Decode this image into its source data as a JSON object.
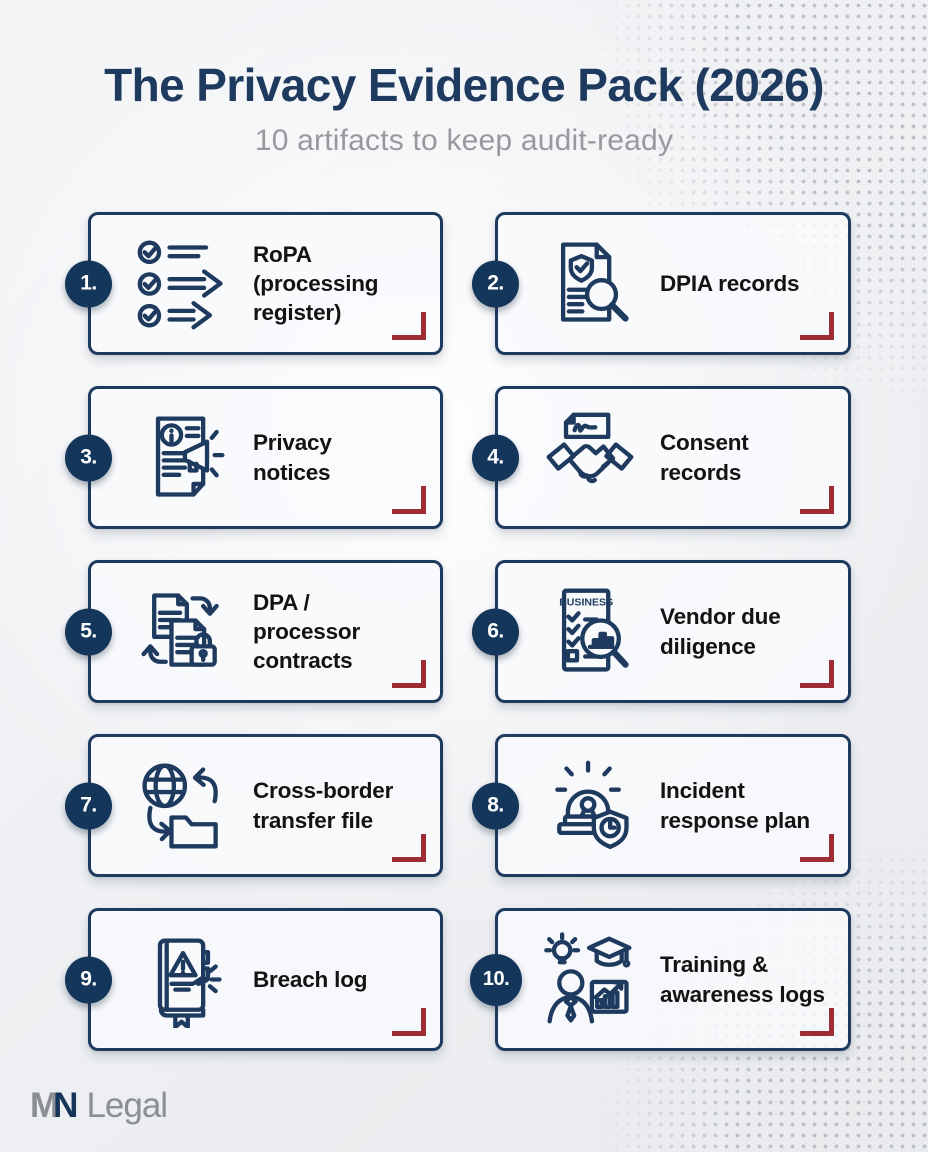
{
  "header": {
    "title": "The Privacy Evidence Pack (2026)",
    "subtitle": "10 artifacts to keep audit-ready"
  },
  "cards": [
    {
      "number": "1.",
      "name": "ropa",
      "label": "RoPA (processing register)",
      "label_lines": [
        "RoPA",
        "(processing",
        "register)"
      ],
      "icon": "checklist-arrows-icon"
    },
    {
      "number": "2.",
      "name": "dpia-records",
      "label": "DPIA records",
      "label_lines": [
        "DPIA records"
      ],
      "icon": "document-shield-magnifier-icon"
    },
    {
      "number": "3.",
      "name": "privacy-notices",
      "label": "Privacy notices",
      "label_lines": [
        "Privacy",
        "notices"
      ],
      "icon": "notice-megaphone-icon"
    },
    {
      "number": "4.",
      "name": "consent-records",
      "label": "Consent records",
      "label_lines": [
        "Consent",
        "records"
      ],
      "icon": "handshake-contract-icon"
    },
    {
      "number": "5.",
      "name": "dpa-processor-contracts",
      "label": "DPA / processor contracts",
      "label_lines": [
        "DPA /",
        "processor",
        "contracts"
      ],
      "icon": "documents-exchange-lock-icon"
    },
    {
      "number": "6.",
      "name": "vendor-due-diligence",
      "label": "Vendor due diligence",
      "label_lines": [
        "Vendor due",
        "diligence"
      ],
      "icon": "business-audit-magnifier-icon",
      "icon_text": "BUSINESS"
    },
    {
      "number": "7.",
      "name": "cross-border-transfer-file",
      "label": "Cross-border transfer file",
      "label_lines": [
        "Cross-border",
        "transfer file"
      ],
      "icon": "globe-folder-transfer-icon"
    },
    {
      "number": "8.",
      "name": "incident-response-plan",
      "label": "Incident response plan",
      "label_lines": [
        "Incident",
        "response plan"
      ],
      "icon": "siren-shield-clock-icon"
    },
    {
      "number": "9.",
      "name": "breach-log",
      "label": "Breach log",
      "label_lines": [
        "Breach log"
      ],
      "icon": "book-warning-icon"
    },
    {
      "number": "10.",
      "name": "training-awareness-logs",
      "label": "Training & awareness logs",
      "label_lines": [
        "Training &",
        "awareness logs"
      ],
      "icon": "training-person-chart-icon"
    }
  ],
  "footer": {
    "logo_mark_m": "M",
    "logo_mark_n": "N",
    "logo_text": "Legal"
  },
  "colors": {
    "navy": "#1e3a5f",
    "badge_navy": "#15365b",
    "accent_red": "#9d2c35",
    "label_black": "#131313",
    "subtitle_gray": "#97999d",
    "logo_gray": "#8b8e92",
    "card_bg": "#f8fafc"
  }
}
